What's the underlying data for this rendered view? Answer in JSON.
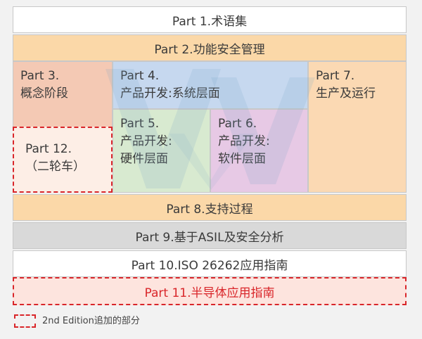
{
  "parts": {
    "p1": "Part 1.术语集",
    "p2": "Part 2.功能安全管理",
    "p3": {
      "line1": "Part 3.",
      "line2": "概念阶段"
    },
    "p4": {
      "line1": "Part 4.",
      "line2": "产品开发:系统层面"
    },
    "p5": {
      "line1": "Part 5.",
      "line2": "产品开发:",
      "line3": "硬件层面"
    },
    "p6": {
      "line1": "Part 6.",
      "line2": "产品开发:",
      "line3": "软件层面"
    },
    "p7": {
      "line1": "Part 7.",
      "line2": "生产及运行"
    },
    "p8": "Part 8.支持过程",
    "p9": "Part 9.基于ASIL及安全分析",
    "p10": "Part 10.ISO 26262应用指南",
    "p11": "Part 11.半导体应用指南",
    "p12": {
      "line1": "Part 12.",
      "line2": "（二轮车）"
    }
  },
  "legend": {
    "text": "2nd Edition追加的部分"
  },
  "colors": {
    "p1": "#ffffff",
    "p2": "#fbd8a8",
    "p3": "#f4c9b4",
    "p4": "#c6d8ef",
    "p5": "#d8ead0",
    "p6": "#e7c9e5",
    "p7": "#fbd9b3",
    "p8": "#fbd8a8",
    "p9": "#d9d9d9",
    "p10": "#ffffff",
    "p11": "#fde4de",
    "p12": "#fdeee6",
    "dashed": "#d9262a"
  }
}
